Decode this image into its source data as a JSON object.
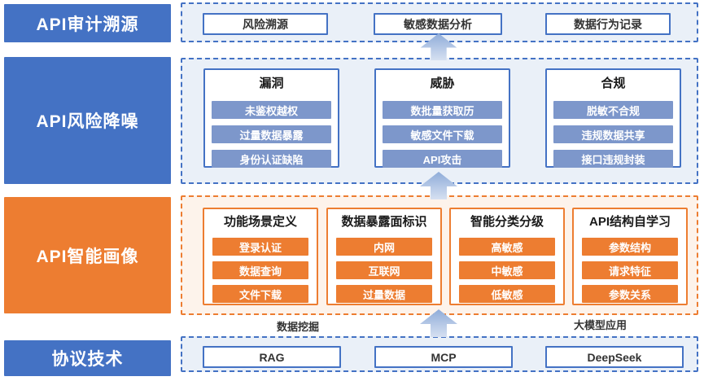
{
  "palette": {
    "blue": "#4472C4",
    "blue_item": "#7D97CB",
    "blue_fill": "#EAF0F8",
    "orange": "#ED7D31",
    "orange_fill": "#FDF3EB",
    "arrow_top": "#8FACD9",
    "arrow_bottom": "#D6E0F1"
  },
  "rows": {
    "audit": {
      "label": "API审计溯源",
      "boxes": [
        "风险溯源",
        "敏感数据分析",
        "数据行为记录"
      ]
    },
    "risk": {
      "label": "API风险降噪",
      "groups": [
        {
          "title": "漏洞",
          "items": [
            "未鉴权越权",
            "过量数据暴露",
            "身份认证缺陷"
          ]
        },
        {
          "title": "威胁",
          "items": [
            "数批量获取历",
            "敏感文件下载",
            "API攻击"
          ]
        },
        {
          "title": "合规",
          "items": [
            "脱敏不合规",
            "违规数据共享",
            "接口违规封装"
          ]
        }
      ]
    },
    "profile": {
      "label": "API智能画像",
      "groups": [
        {
          "title": "功能场景定义",
          "items": [
            "登录认证",
            "数据查询",
            "文件下载"
          ]
        },
        {
          "title": "数据暴露面标识",
          "items": [
            "内网",
            "互联网",
            "过量数据"
          ]
        },
        {
          "title": "智能分类分级",
          "items": [
            "高敏感",
            "中敏感",
            "低敏感"
          ]
        },
        {
          "title": "API结构自学习",
          "items": [
            "参数结构",
            "请求特征",
            "参数关系"
          ]
        }
      ]
    },
    "protocol": {
      "label": "协议技术",
      "captions": {
        "left": "数据挖掘",
        "right": "大模型应用"
      },
      "boxes": [
        "RAG",
        "MCP",
        "DeepSeek"
      ]
    }
  }
}
